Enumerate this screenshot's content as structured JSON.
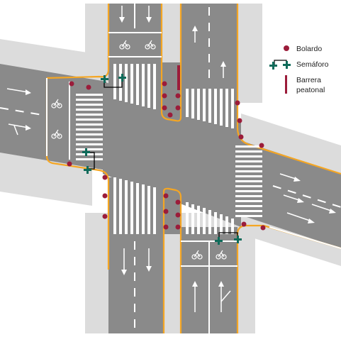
{
  "legend": {
    "bollard_label": "Bolardo",
    "traffic_light_label": "Semáforo",
    "barrier_label_line1": "Barrera",
    "barrier_label_line2": "peatonal"
  },
  "colors": {
    "background": "#ffffff",
    "sidewalk": "#dcdcdc",
    "road": "#8a8a8a",
    "curb": "#f5a623",
    "marking": "#ffffff",
    "bollard": "#9b1c3a",
    "traffic_light": "#0f6b5a",
    "barrier": "#9b1c3a"
  },
  "icons": [
    "bicycle-icon",
    "arrow-straight-icon",
    "arrow-turn-icon",
    "traffic-light-icon",
    "bollard-icon",
    "barrier-icon"
  ]
}
